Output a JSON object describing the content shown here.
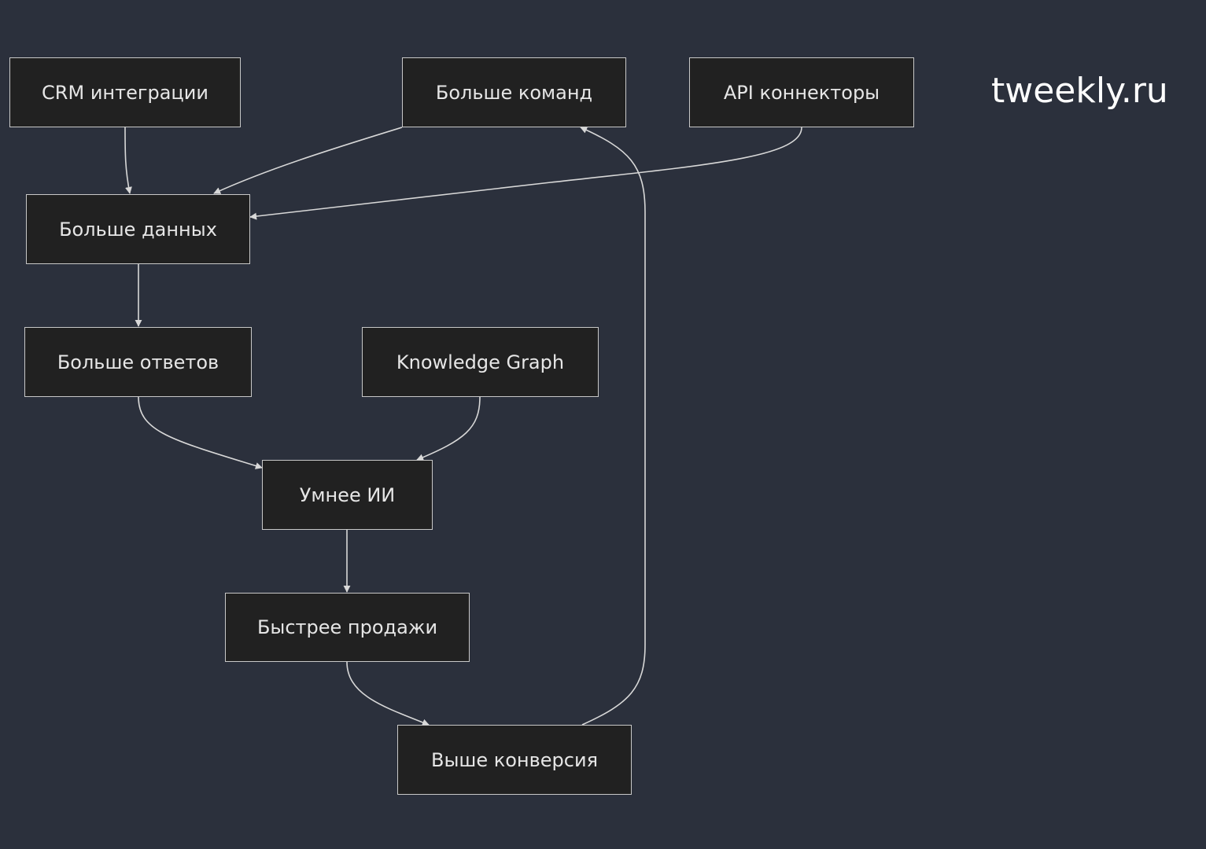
{
  "brand": "tweekly.ru",
  "colors": {
    "background": "#2b303c",
    "node_fill": "#212121",
    "node_border": "#c8c8c8",
    "edge": "#d8d8d8",
    "text": "#e6e6e6"
  },
  "nodes": {
    "crm": "CRM интеграции",
    "teams": "Больше команд",
    "api": "API коннекторы",
    "data": "Больше данных",
    "answers": "Больше ответов",
    "kg": "Knowledge Graph",
    "ai": "Умнее ИИ",
    "sales": "Быстрее продажи",
    "conversion": "Выше конверсия"
  },
  "edges": [
    {
      "from": "crm",
      "to": "data"
    },
    {
      "from": "teams",
      "to": "data"
    },
    {
      "from": "api",
      "to": "data"
    },
    {
      "from": "data",
      "to": "answers"
    },
    {
      "from": "answers",
      "to": "ai"
    },
    {
      "from": "kg",
      "to": "ai"
    },
    {
      "from": "ai",
      "to": "sales"
    },
    {
      "from": "sales",
      "to": "conversion"
    },
    {
      "from": "conversion",
      "to": "teams"
    }
  ]
}
